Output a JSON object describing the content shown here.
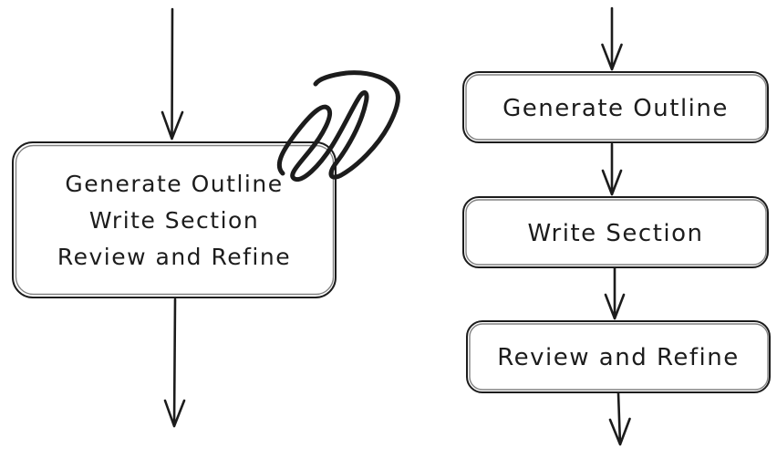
{
  "diagram": {
    "style": "hand-drawn-flowchart",
    "ink_color": "#1c1c1c",
    "background_color": "#ffffff",
    "left_flow": {
      "description": "single combined step box with incoming and outgoing arrows",
      "combined_box": {
        "lines": [
          "Generate Outline",
          "Write Section",
          "Review and Refine"
        ]
      },
      "scribble_icon": "scribble-mark"
    },
    "right_flow": {
      "description": "three sequential step boxes connected by arrows",
      "boxes": [
        "Generate Outline",
        "Write Section",
        "Review and Refine"
      ]
    }
  }
}
